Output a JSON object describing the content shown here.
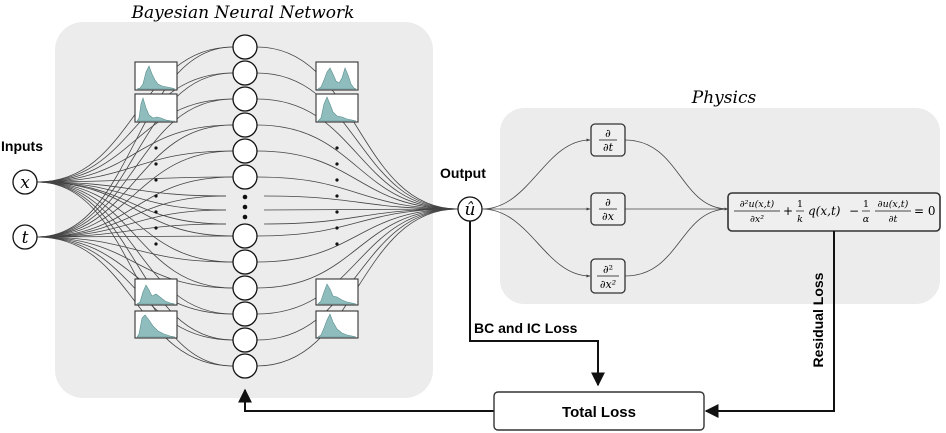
{
  "titles": {
    "bnn": "Bayesian Neural Network",
    "physics": "Physics"
  },
  "labels": {
    "inputs": "Inputs",
    "output": "Output",
    "bc_ic_loss": "BC and IC Loss",
    "residual_loss": "Residual Loss",
    "total_loss": "Total Loss"
  },
  "inputs": [
    {
      "symbol": "x"
    },
    {
      "symbol": "t"
    }
  ],
  "output_symbol": "û",
  "operators": [
    {
      "num": "∂",
      "den": "∂t"
    },
    {
      "num": "∂",
      "den": "∂x"
    },
    {
      "num": "∂²",
      "den": "∂x²"
    }
  ],
  "equation": {
    "t1_num": "∂²u(x,t)",
    "t1_den": "∂x²",
    "plus": "+",
    "t2_num": "1",
    "t2_den": "k",
    "t2_rest": "q(x,t)",
    "minus": "−",
    "t3_num": "1",
    "t3_den": "α",
    "t4_num": "∂u(x,t)",
    "t4_den": "∂t",
    "eq": "= 0"
  },
  "colors": {
    "panel": "#ececec",
    "distribution_fill": "#8fbdbd",
    "line": "#111111"
  }
}
